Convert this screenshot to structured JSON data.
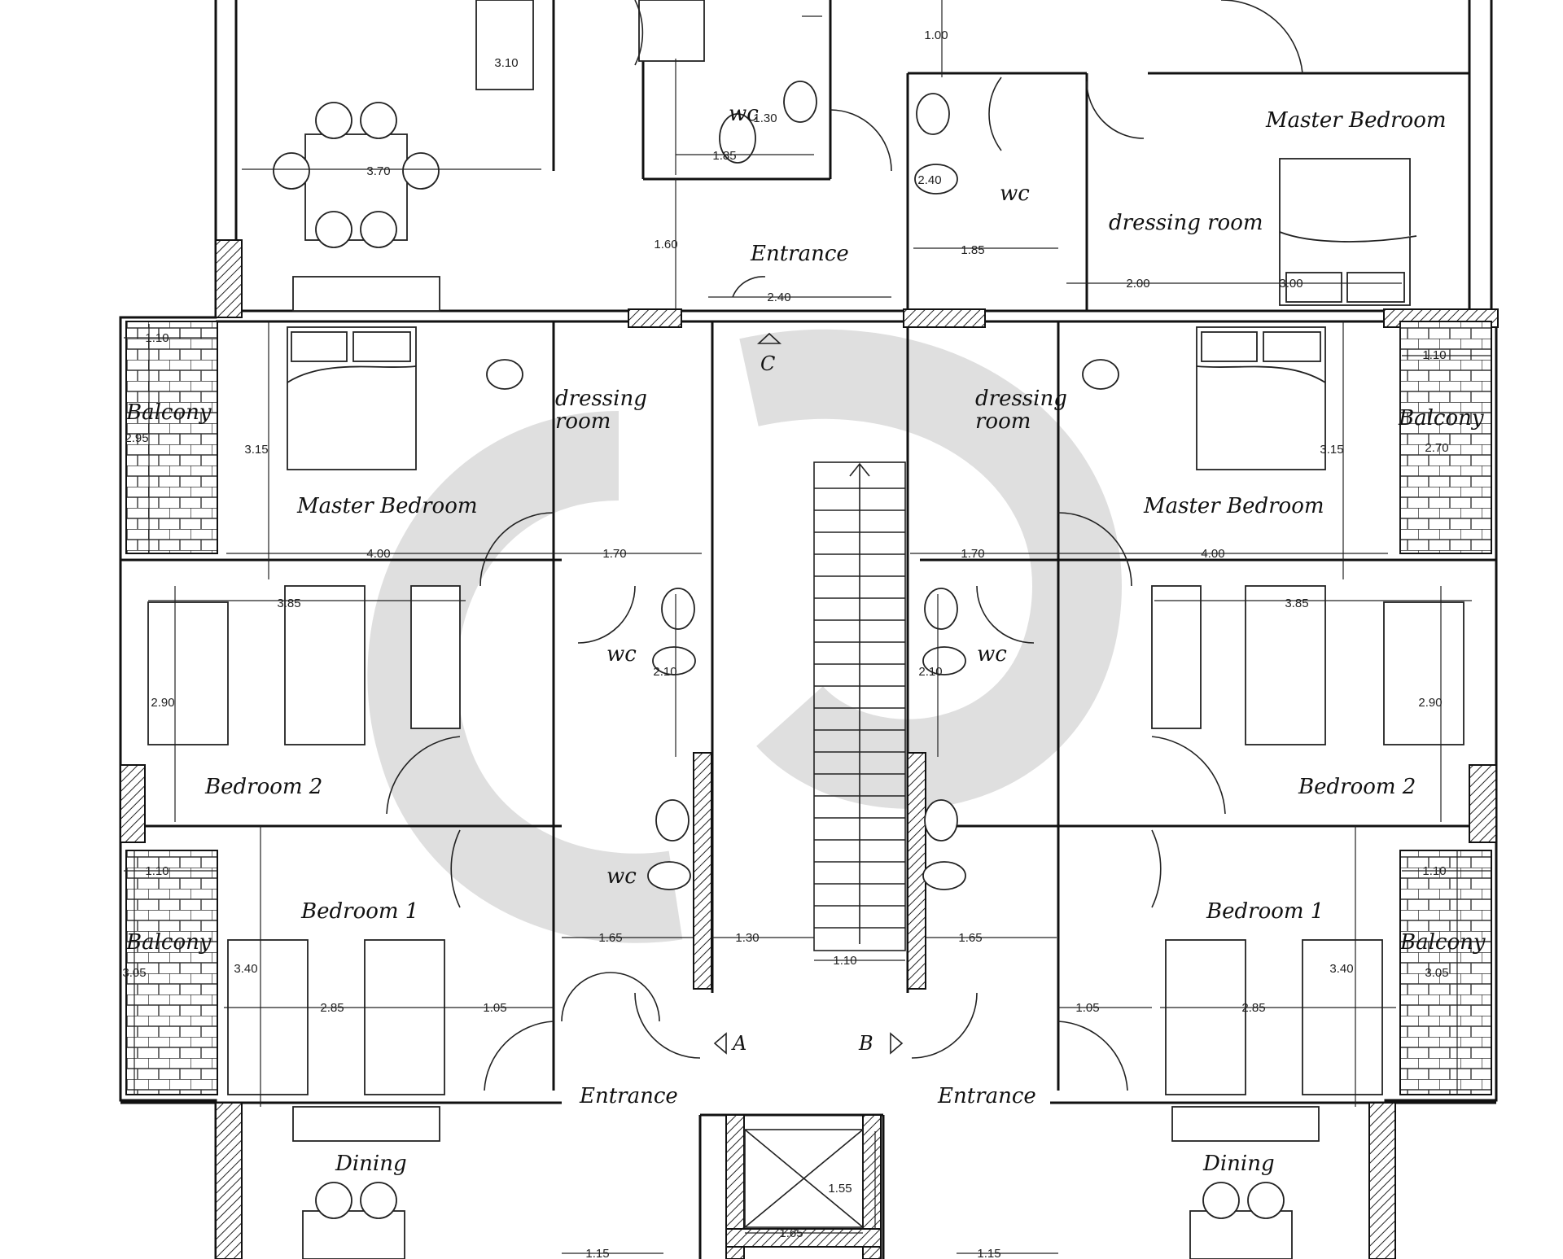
{
  "rooms": [
    {
      "key": "master_bedroom_top",
      "label": "Master Bedroom"
    },
    {
      "key": "dressing_top",
      "label": "dressing room"
    },
    {
      "key": "wc_top_right",
      "label": "wc"
    },
    {
      "key": "wc_top_left",
      "label": "wc"
    },
    {
      "key": "entrance_top",
      "label": "Entrance"
    },
    {
      "key": "balcony_l1",
      "label": "Balcony"
    },
    {
      "key": "master_bedroom_l",
      "label": "Master Bedroom"
    },
    {
      "key": "dressing_l",
      "label": "dressing room"
    },
    {
      "key": "dressing_r",
      "label": "dressing room"
    },
    {
      "key": "master_bedroom_r",
      "label": "Master Bedroom"
    },
    {
      "key": "balcony_r1",
      "label": "Balcony"
    },
    {
      "key": "wc_l1",
      "label": "wc"
    },
    {
      "key": "wc_r1",
      "label": "wc"
    },
    {
      "key": "bedroom2_l",
      "label": "Bedroom 2"
    },
    {
      "key": "bedroom2_r",
      "label": "Bedroom 2"
    },
    {
      "key": "wc_l2",
      "label": "wc"
    },
    {
      "key": "bedroom1_l",
      "label": "Bedroom 1"
    },
    {
      "key": "bedroom1_r",
      "label": "Bedroom 1"
    },
    {
      "key": "balcony_l2",
      "label": "Balcony"
    },
    {
      "key": "balcony_r2",
      "label": "Balcony"
    },
    {
      "key": "entrance_l",
      "label": "Entrance"
    },
    {
      "key": "entrance_r",
      "label": "Entrance"
    },
    {
      "key": "dining_l",
      "label": "Dining"
    },
    {
      "key": "dining_r",
      "label": "Dining"
    }
  ],
  "markers": {
    "a": "A",
    "b": "B",
    "c": "C"
  },
  "dimensions": [
    "1.00",
    "3.70",
    "1.30",
    "1.85",
    "2.40",
    "1.85",
    "2.00",
    "3.00",
    "1.60",
    "2.40",
    "1.10",
    "2.95",
    "3.15",
    "4.00",
    "1.70",
    "1.70",
    "4.00",
    "3.15",
    "1.10",
    "2.70",
    "3.85",
    "2.10",
    "2.10",
    "3.85",
    "2.90",
    "2.90",
    "1.10",
    "1.10",
    "3.40",
    "3.40",
    "3.05",
    "3.05",
    "2.85",
    "2.85",
    "1.05",
    "1.05",
    "1.65",
    "1.65",
    "1.30",
    "1.10",
    "1.55",
    "1.65",
    "1.15",
    "1.15",
    "3.10"
  ]
}
